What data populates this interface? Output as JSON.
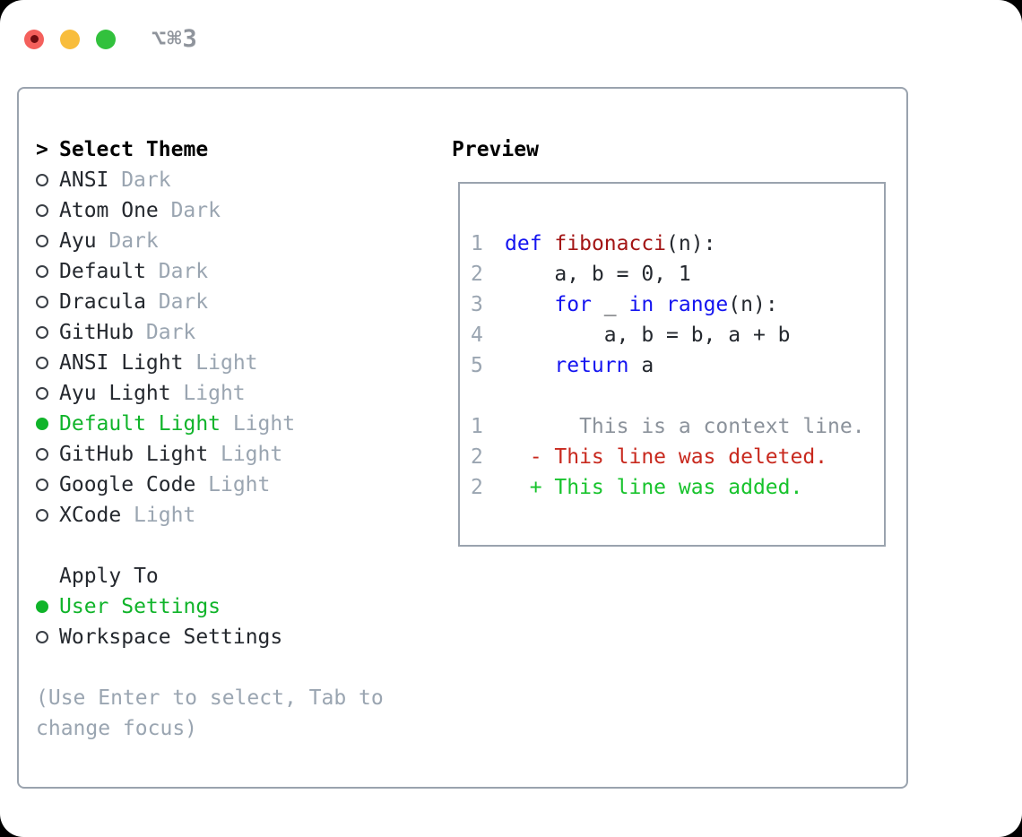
{
  "window": {
    "shortcut": "⌥⌘3"
  },
  "colors": {
    "traffic_red": "#f4605c",
    "traffic_yellow": "#f8bd3c",
    "traffic_green": "#32c13d",
    "selection_green": "#10b42a",
    "keyword_blue": "#1414f0",
    "function_red": "#a31515",
    "deleted_red": "#c8291e",
    "added_green": "#17c32c",
    "muted_gray": "#9aa5b1",
    "border_gray": "#9aa3ae"
  },
  "theme_picker": {
    "prompt": ">",
    "title": "Select Theme",
    "items": [
      {
        "name": "ANSI",
        "variant": "Dark",
        "selected": false
      },
      {
        "name": "Atom One",
        "variant": "Dark",
        "selected": false
      },
      {
        "name": "Ayu",
        "variant": "Dark",
        "selected": false
      },
      {
        "name": "Default",
        "variant": "Dark",
        "selected": false
      },
      {
        "name": "Dracula",
        "variant": "Dark",
        "selected": false
      },
      {
        "name": "GitHub",
        "variant": "Dark",
        "selected": false
      },
      {
        "name": "ANSI Light",
        "variant": "Light",
        "selected": false
      },
      {
        "name": "Ayu Light",
        "variant": "Light",
        "selected": false
      },
      {
        "name": "Default Light",
        "variant": "Light",
        "selected": true
      },
      {
        "name": "GitHub Light",
        "variant": "Light",
        "selected": false
      },
      {
        "name": "Google Code",
        "variant": "Light",
        "selected": false
      },
      {
        "name": "XCode",
        "variant": "Light",
        "selected": false
      }
    ]
  },
  "apply_to": {
    "title": "Apply To",
    "options": [
      {
        "label": "User Settings",
        "selected": true
      },
      {
        "label": "Workspace Settings",
        "selected": false
      }
    ]
  },
  "hint": {
    "text": "(Use Enter to select, Tab to change focus)"
  },
  "preview": {
    "title": "Preview",
    "lines": [
      {
        "num": "1",
        "segments": [
          {
            "t": "def",
            "c": "kw"
          },
          {
            "t": " ",
            "c": "pl"
          },
          {
            "t": "fibonacci",
            "c": "fn"
          },
          {
            "t": "(n):",
            "c": "pl"
          }
        ]
      },
      {
        "num": "2",
        "segments": [
          {
            "t": "    a, b = 0, 1",
            "c": "pl"
          }
        ]
      },
      {
        "num": "3",
        "segments": [
          {
            "t": "    ",
            "c": "pl"
          },
          {
            "t": "for",
            "c": "kw"
          },
          {
            "t": " _ ",
            "c": "pl"
          },
          {
            "t": "in",
            "c": "kw"
          },
          {
            "t": " ",
            "c": "pl"
          },
          {
            "t": "range",
            "c": "kw"
          },
          {
            "t": "(n):",
            "c": "pl"
          }
        ]
      },
      {
        "num": "4",
        "segments": [
          {
            "t": "        a, b = b, a + b",
            "c": "pl"
          }
        ]
      },
      {
        "num": "5",
        "segments": [
          {
            "t": "    ",
            "c": "pl"
          },
          {
            "t": "return",
            "c": "kw"
          },
          {
            "t": " a",
            "c": "pl"
          }
        ]
      },
      {
        "num": "",
        "segments": []
      },
      {
        "num": "1",
        "segments": [
          {
            "t": "      This is a context line.",
            "c": "ctx"
          }
        ]
      },
      {
        "num": "2",
        "segments": [
          {
            "t": "  - This line was deleted.",
            "c": "del"
          }
        ]
      },
      {
        "num": "2",
        "segments": [
          {
            "t": "  + This line was added.",
            "c": "add"
          }
        ]
      }
    ]
  }
}
